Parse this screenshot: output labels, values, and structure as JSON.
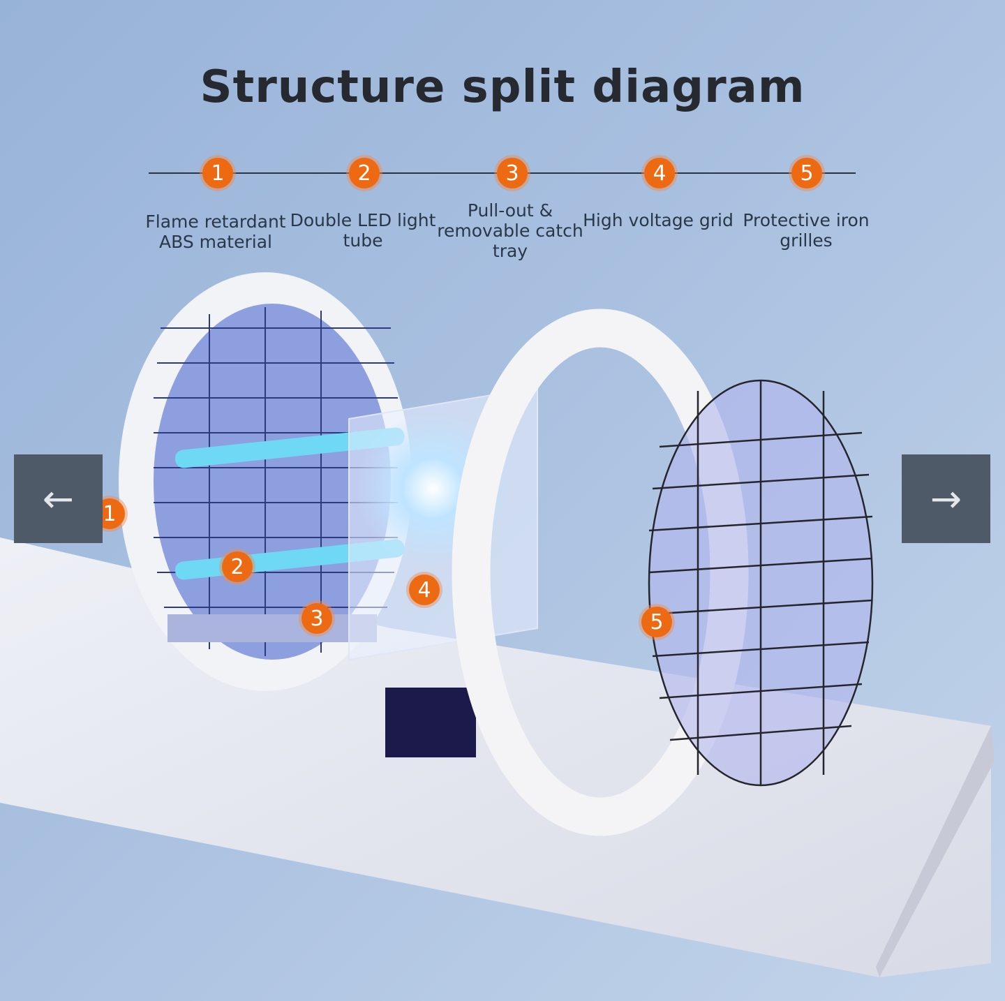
{
  "title": "Structure split diagram",
  "steps": [
    {
      "num": "1",
      "label": "Flame retardant ABS material"
    },
    {
      "num": "2",
      "label": "Double LED light tube"
    },
    {
      "num": "3",
      "label": "Pull-out & removable catch tray"
    },
    {
      "num": "4",
      "label": "High voltage grid"
    },
    {
      "num": "5",
      "label": "Protective iron grilles"
    }
  ],
  "nav": {
    "prev": "←",
    "next": "→"
  },
  "colors": {
    "accent": "#ee6a12",
    "nav_bg": "#4f5a68"
  }
}
